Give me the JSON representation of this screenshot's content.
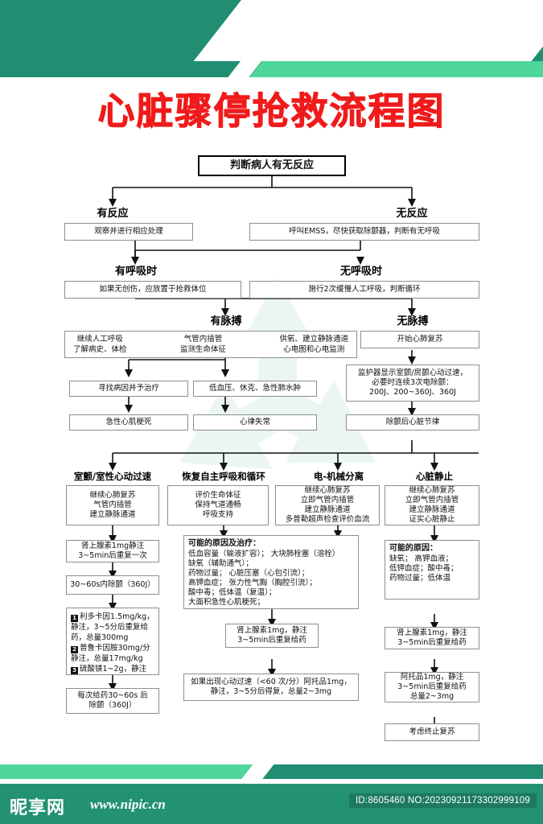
{
  "title": "心脏骤停抢救流程图",
  "colors": {
    "header_dark": "#218e72",
    "header_light": "#4fd69b",
    "title_red": "#ef1b1b",
    "box_border": "#8e8e8e",
    "footer_green": "#239272"
  },
  "flow": {
    "root": "判断病人有无反应",
    "branch_left_label": "有反应",
    "branch_right_label": "无反应",
    "left_action": "观察并进行相应处理",
    "right_action": "呼叫EMSS，尽快获取除颤器，判断有无呼吸",
    "breath_yes_label": "有呼吸时",
    "breath_no_label": "无呼吸时",
    "breath_yes_action": "如果无创伤，应放置于抢救体位",
    "breath_no_action": "施行2次缓慢人工呼吸，判断循环",
    "pulse_yes_label": "有脉搏",
    "pulse_no_label": "无脉搏",
    "pulse_yes_col1": "继续人工呼吸\n了解病史、体检",
    "pulse_yes_col2": "气管内插管\n监测生命体征",
    "pulse_yes_col3": "供氧、建立静脉通道\n心电图和心电监测",
    "pulse_no_action": "开始心肺复苏",
    "defib_protocol": "监护器显示室颤/房颤心动过速，\n必要时连续3次电除颤：\n200J、200~360J、360J",
    "cause_treat": "寻找病因并予治疗",
    "hypo_shock": "低血压、休克、急性肺水肿",
    "ami": "急性心肌梗死",
    "arrhythmia": "心律失常",
    "post_defib_rhythm": "除颤后心脏节律",
    "col1_label": "室颤/室性心动过速",
    "col2_label": "恢复自主呼吸和循环",
    "col3_label": "电-机械分离",
    "col4_label": "心脏静止",
    "col1_box": "继续心肺复苏\n气管内插管\n建立静脉通道",
    "col2_box": "评价生命体征\n保持气道通畅\n呼吸支持",
    "col3_box": "继续心肺复苏\n立即气管内插管\n建立静脉通道\n多普勒超声检查评价血流",
    "col4_box": "继续心肺复苏\n立即气管内插管\n建立静脉通道\n证实心脏静止",
    "col1_epi": "肾上腺素1mg静注\n3~5min后重复一次",
    "col1_defib": "30~60s内除颤（360J）",
    "col1_drugs_head": "",
    "col1_drug1": "利多卡因1.5mg/kg，静注，3~5分后重复给药，总量300mg",
    "col1_drug2": "普鲁卡因胺30mg/分静注，总量17mg/kg",
    "col1_drug3": "硫酸镁1~2g，静注",
    "col1_repeat": "每次给药30~60s 后\n除颤（360J）",
    "causes_head": "可能的原因及治疗：",
    "causes_lines": [
      "低血容量（输液扩容）；    大块肺栓塞（溶栓）",
      "缺氧（辅助通气）；",
      "药物过量；      心脏压塞（心包引流）；",
      "高钾血症；      张力性气胸（胸腔引流）；",
      "酸中毒；低体温（复温）；",
      "大面积急性心肌梗死；"
    ],
    "mid_epi": "肾上腺素1mg，静注\n3~5min后重复给药",
    "mid_atropine": "如果出现心动过速（<60 次/分）阿托品1mg，\n静注，3~5分后得复，总量2~3mg",
    "right_causes_head": "可能的原因：",
    "right_causes_lines": [
      "缺氧；  高钾血液；",
      "低钾血症；酸中毒；",
      "药物过量；低体温"
    ],
    "right_epi": "肾上腺素1mg，静注\n3~5min后重复给药",
    "right_atropine": "阿托品1mg，静注\n3~5min后重复给药\n总量2~3mg",
    "right_stop": "考虑终止复苏"
  },
  "footer": {
    "site_cn": "昵享网",
    "site_url": "www.nipic.cn",
    "id_text": "ID:8605460 NO:20230921173302999109"
  }
}
